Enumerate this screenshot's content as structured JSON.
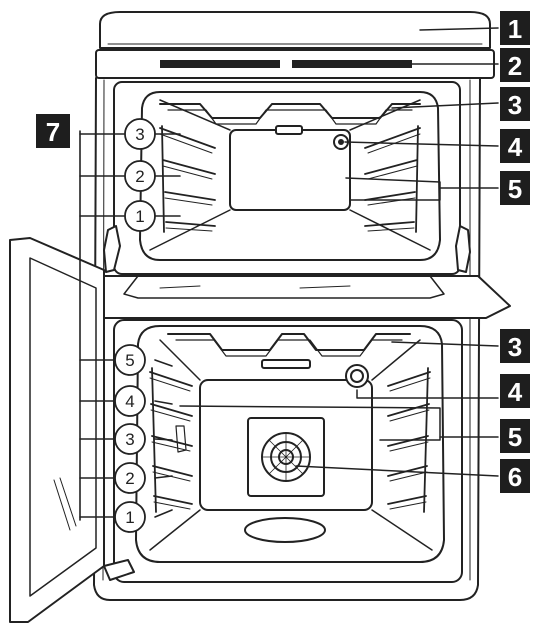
{
  "colors": {
    "stroke": "#222222",
    "label_box": "#1e1e1e",
    "label_text": "#ffffff",
    "background": "#ffffff",
    "fill": "#ffffff"
  },
  "callouts": {
    "c1": "1",
    "c2": "2",
    "c3_top": "3",
    "c4_top": "4",
    "c5_top": "5",
    "c3_bottom": "3",
    "c4_bottom": "4",
    "c5_bottom": "5",
    "c6": "6",
    "c7": "7"
  },
  "top_oven_shelves": [
    "3",
    "2",
    "1"
  ],
  "bottom_oven_shelves": [
    "5",
    "4",
    "3",
    "2",
    "1"
  ]
}
